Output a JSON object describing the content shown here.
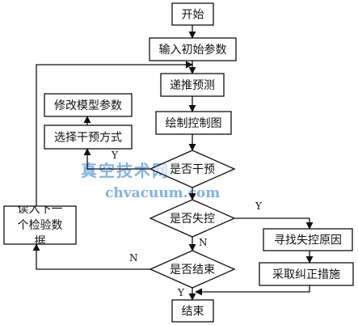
{
  "nodes": {
    "start": "开始",
    "input_params": "输入初始参数",
    "recursive_predict": "递推预测",
    "draw_chart": "绘制控制图",
    "need_intervene": "是否干预",
    "out_of_control": "是否失控",
    "is_finished": "是否结束",
    "end": "结束",
    "modify_model": "修改模型参数",
    "select_intervene": "选择干预方式",
    "read_next": "读入下一个检验数据",
    "find_cause": "寻找失控原因",
    "take_measures": "采取纠正措施"
  },
  "labels": {
    "yes": "Y",
    "no": "N"
  },
  "watermark": {
    "cn": "真空技术网",
    "en": "chvacuum.com"
  }
}
